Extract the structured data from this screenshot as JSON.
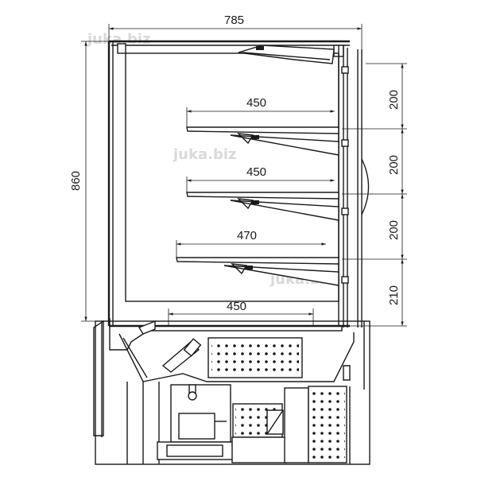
{
  "dimensions": {
    "overall_width": "785",
    "overall_height": "860",
    "shelf_1_depth": "450",
    "shelf_2_depth": "450",
    "shelf_3_depth": "470",
    "base_depth": "450",
    "gap_1": "200",
    "gap_2": "200",
    "gap_3": "200",
    "gap_4": "210"
  },
  "watermark": "juka.biz"
}
